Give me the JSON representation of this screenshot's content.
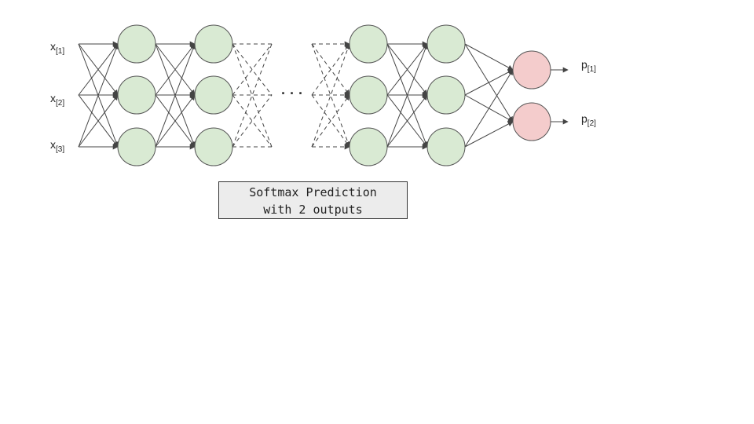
{
  "diagram": {
    "inputs": [
      {
        "base": "x",
        "sub": "[1]"
      },
      {
        "base": "x",
        "sub": "[2]"
      },
      {
        "base": "x",
        "sub": "[3]"
      }
    ],
    "outputs": [
      {
        "base": "p",
        "sub": "[1]"
      },
      {
        "base": "p",
        "sub": "[2]"
      }
    ],
    "ellipsis": "· · ·",
    "caption": {
      "line1": "Softmax Prediction",
      "line2": "with 2 outputs"
    },
    "colors": {
      "hidden_node_fill": "#d9ead3",
      "output_node_fill": "#f4cccc",
      "node_stroke": "#555555",
      "edge": "#444444",
      "caption_bg": "#ececec"
    }
  }
}
